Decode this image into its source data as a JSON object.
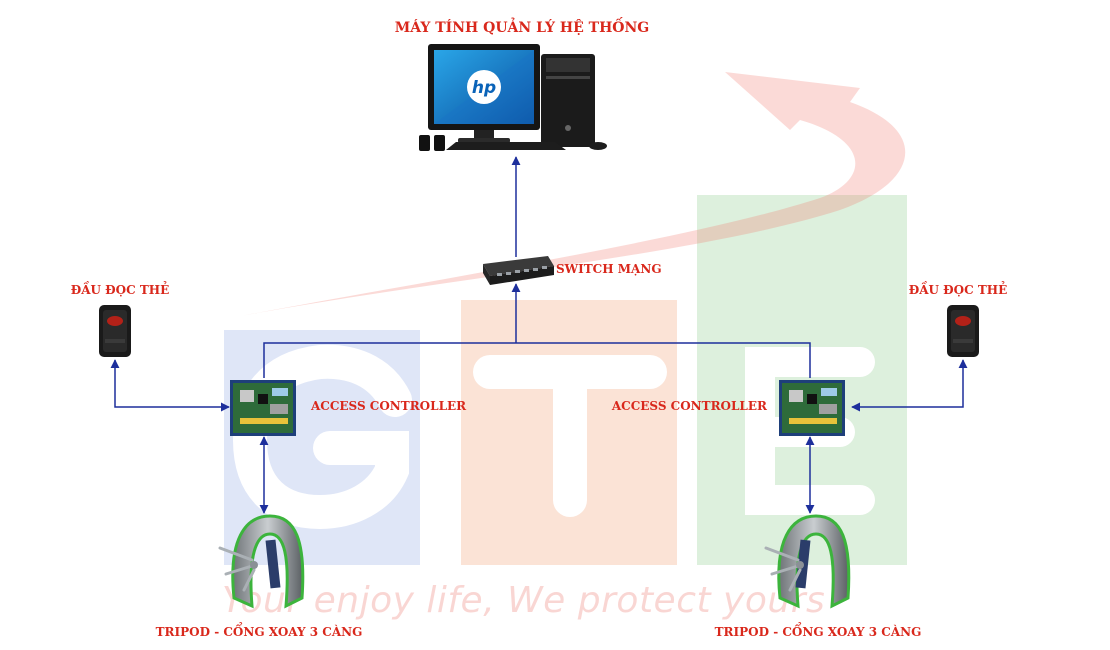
{
  "colors": {
    "label": "#d9281c",
    "connector": "#1d2f9c",
    "watermark_red": "#e8483c",
    "watermark_blue": "#9fb3e6",
    "watermark_orange": "#f4b79a",
    "watermark_green": "#9fd39f"
  },
  "labels": {
    "computer": "MÁY TÍNH QUẢN LÝ HỆ THỐNG",
    "switch": "SWITCH MẠNG",
    "reader_left": "ĐẦU ĐỌC THẺ",
    "reader_right": "ĐẦU ĐỌC THẺ",
    "controller_left": "ACCESS CONTROLLER",
    "controller_right": "ACCESS CONTROLLER",
    "tripod_left": "TRIPOD - CỔNG XOAY 3 CÀNG",
    "tripod_right": "TRIPOD - CỔNG XOAY 3 CÀNG"
  },
  "monitor_logo": "hp",
  "watermark": {
    "slogan": "Your enjoy life, We protect yours",
    "letters": [
      "G",
      "T",
      "E"
    ]
  },
  "icons": {
    "computer": "desktop-computer-icon",
    "switch": "network-switch-icon",
    "reader": "card-reader-icon",
    "controller": "access-controller-board-icon",
    "tripod": "tripod-turnstile-icon"
  }
}
